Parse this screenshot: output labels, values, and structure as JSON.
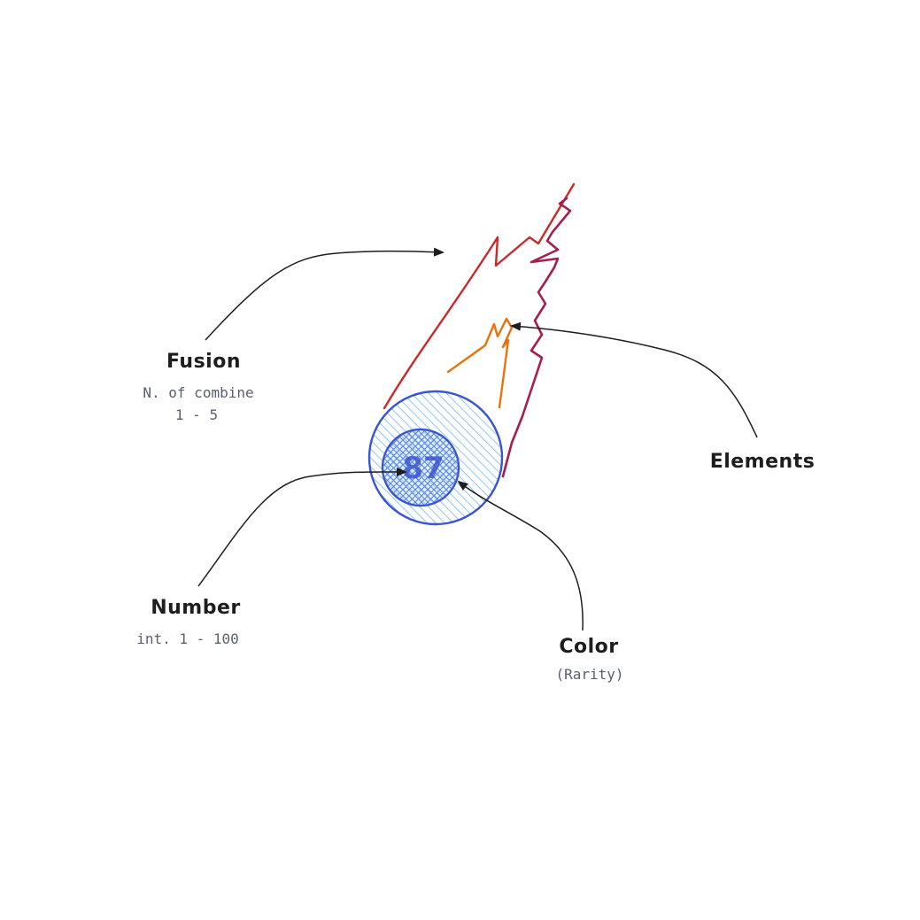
{
  "colors": {
    "ink": "#1e1e1e",
    "subtle_text": "#5a5f6e",
    "circle_stroke": "#3a55d0",
    "circle_fill": "#a5d8ff",
    "trail_red": "#c92a2a",
    "trail_crimson": "#a61e4d",
    "trail_orange": "#e8720c"
  },
  "orb": {
    "number": "87"
  },
  "labels": {
    "fusion": {
      "title": "Fusion",
      "line1": "N. of combine",
      "line2": "1 - 5"
    },
    "number": {
      "title": "Number",
      "line1": "int. 1 - 100"
    },
    "color": {
      "title": "Color",
      "line1": "(Rarity)"
    },
    "elements": {
      "title": "Elements"
    }
  }
}
